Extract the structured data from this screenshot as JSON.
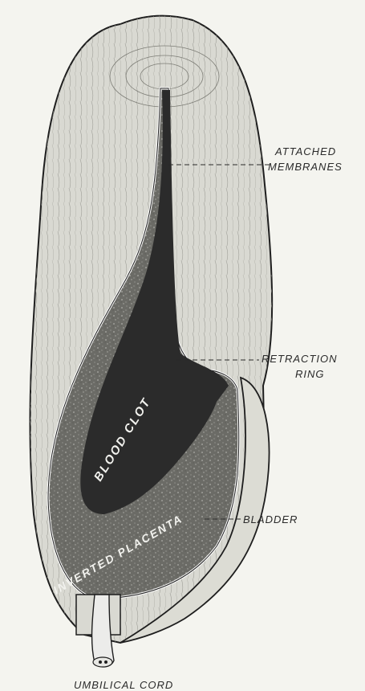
{
  "labels": {
    "attached_membranes_line1": "ATTACHED",
    "attached_membranes_line2": "MEMBRANES",
    "retraction_ring_line1": "RETRACTION",
    "retraction_ring_line2": "RING",
    "bladder": "BLADDER",
    "umbilical_cord": "UMBILICAL CORD",
    "blood_clot": "BLOOD CLOT",
    "inverted_placenta": "INVERTED PLACENTA"
  },
  "colors": {
    "background": "#f4f4ef",
    "muscle_wall": "#d9d9d2",
    "muscle_fibers": "#8d8d86",
    "placenta": "#6d6d68",
    "clot": "#2b2b2b",
    "bladder": "#dcdcd4",
    "outline": "#1e1e1e"
  }
}
